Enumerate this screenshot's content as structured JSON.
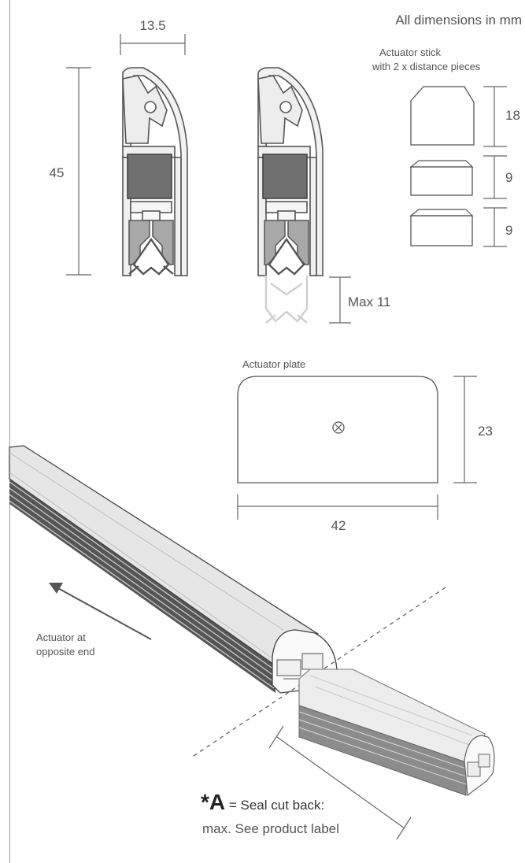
{
  "header": {
    "units_note": "All dimensions in mm"
  },
  "profile_dims": {
    "width": "13.5",
    "height": "45",
    "drop": "Max 11"
  },
  "actuator_stick": {
    "caption_line1": "Actuator stick",
    "caption_line2": "with 2 x distance pieces",
    "dims": [
      "18",
      "9",
      "9"
    ]
  },
  "actuator_plate": {
    "caption": "Actuator plate",
    "height": "23",
    "width": "42"
  },
  "bar_annotations": {
    "actuator_line1": "Actuator at",
    "actuator_line2": "opposite end",
    "cutback_symbol": "*A",
    "cutback_line1": " = Seal cut back:",
    "cutback_line2": "max. See product label"
  },
  "colors": {
    "line": "#666666",
    "seal_dark": "#777777",
    "block": "#707070",
    "bar": "#e6e6e6"
  }
}
